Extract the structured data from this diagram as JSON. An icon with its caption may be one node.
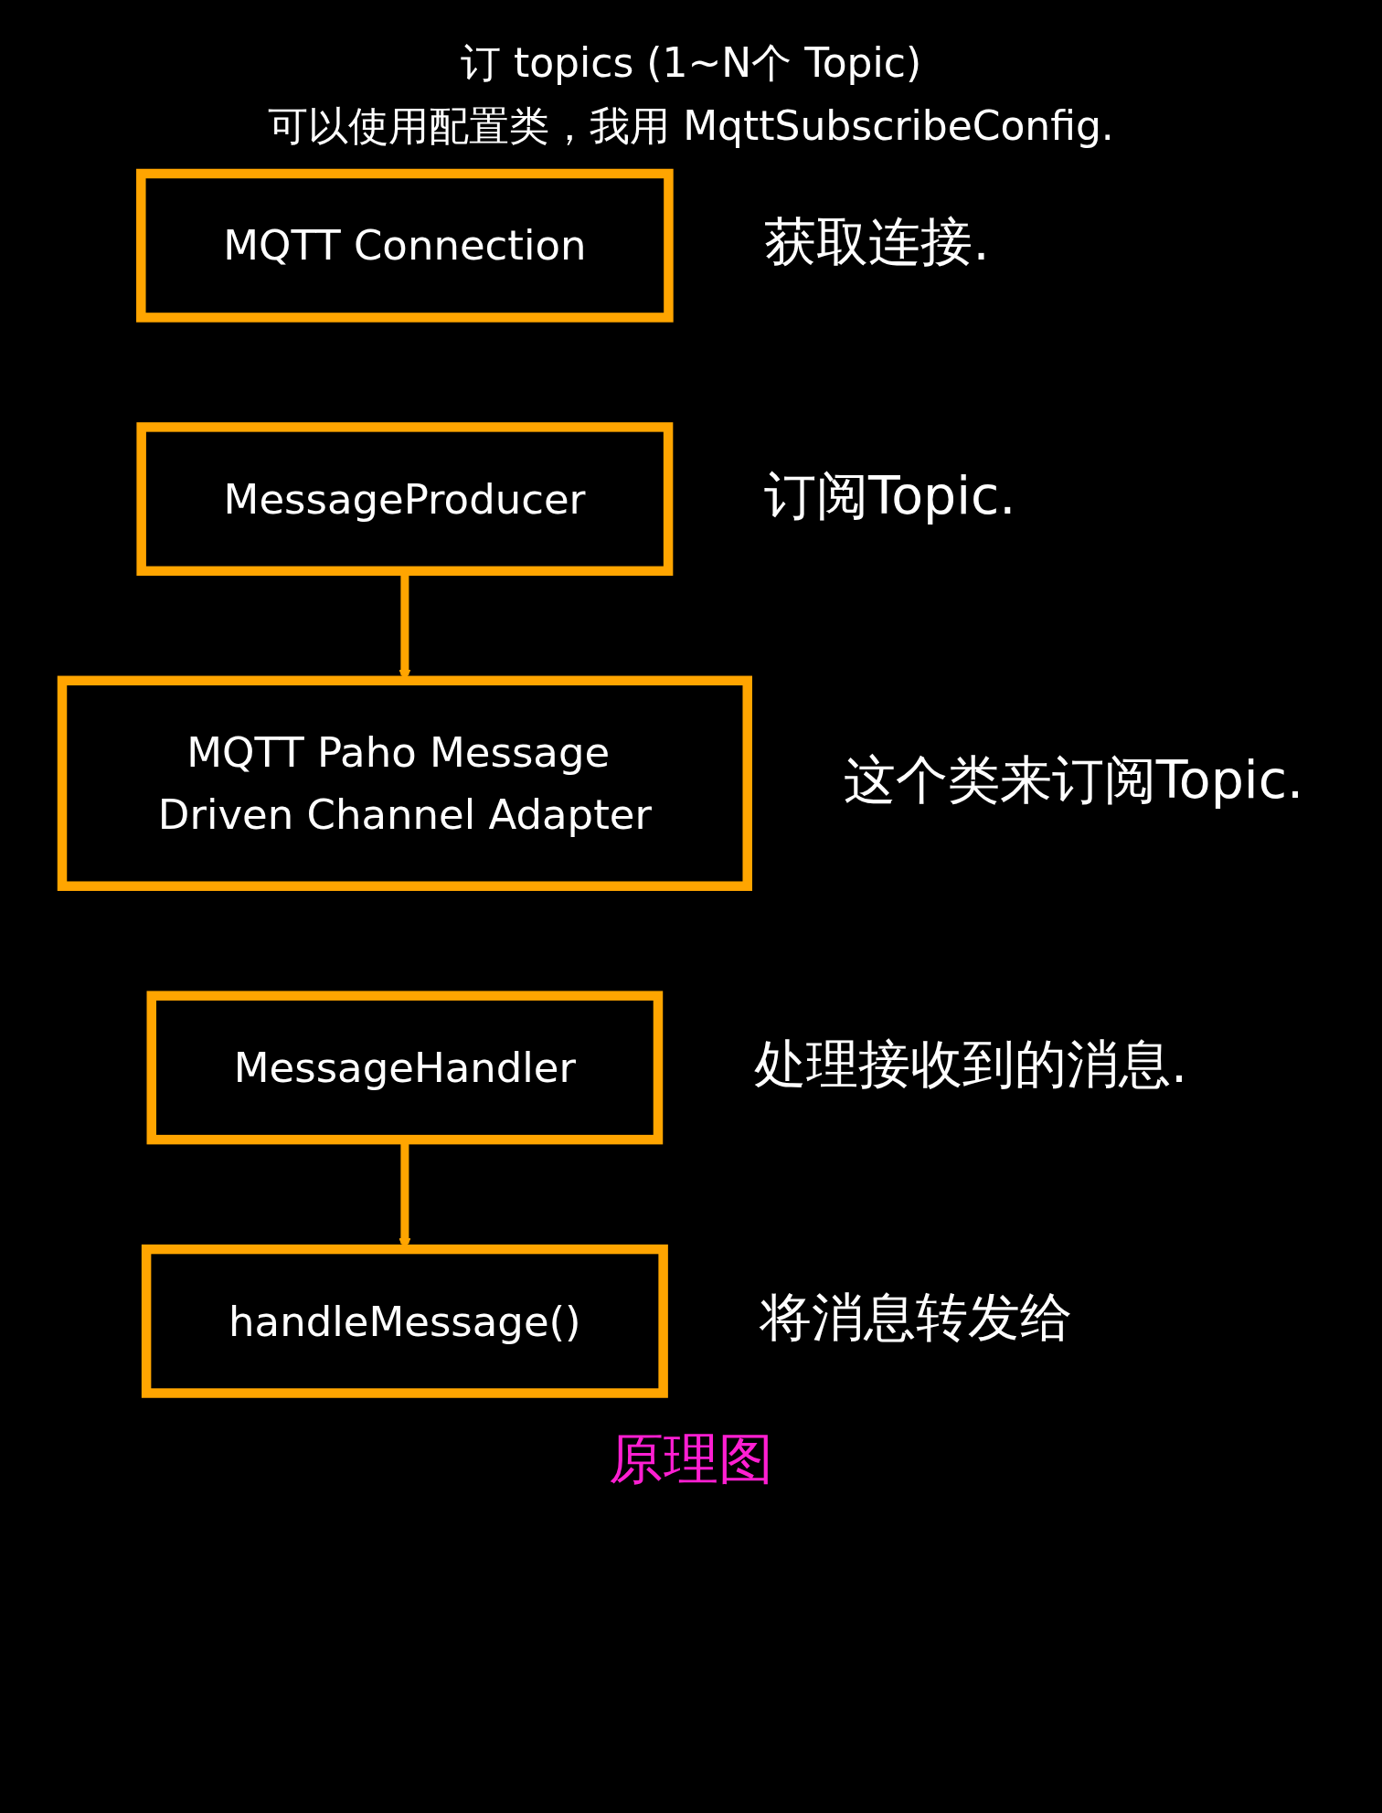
{
  "diagram": {
    "caption": "原理图",
    "nodes": [
      {
        "text": [
          "MQTT Connection"
        ],
        "beside": [
          "获取连接."
        ]
      },
      {
        "text": [
          "MessageProducer"
        ],
        "beside": [
          "订阅Topic."
        ]
      },
      {
        "text": [
          "MQTT Paho Message Driven Channel Adapter"
        ],
        "beside": [
          "这个类来订阅Topic."
        ]
      },
      {
        "text": [
          "MessageHandler"
        ],
        "beside": [
          "处理接收到的消息."
        ]
      },
      {
        "text": [
          "handleMessage()"
        ],
        "beside": [
          "将消息转发给"
        ]
      }
    ],
    "edges": [
      {
        "from": 1,
        "to": 2,
        "arrow": "to"
      },
      {
        "from": 3,
        "to": 4,
        "arrow": "to"
      }
    ],
    "labels": [
      "订 topics (1~N个 Topic)",
      "可以使用配置类，我用 MqttSubscribeConfig."
    ]
  }
}
